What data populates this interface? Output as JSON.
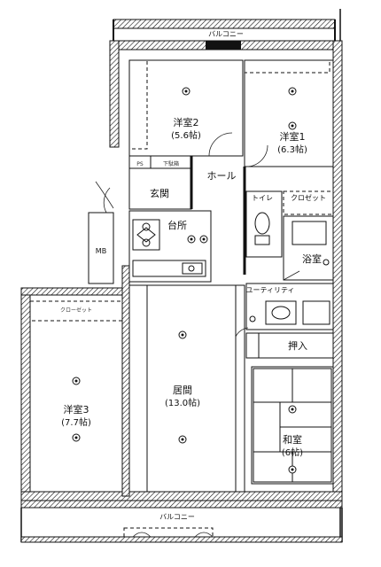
{
  "balcony_top": "バルコニー",
  "balcony_bottom": "バルコニー",
  "rooms": {
    "western2": {
      "name": "洋室2",
      "size": "(5.6帖)"
    },
    "western1": {
      "name": "洋室1",
      "size": "(6.3帖)"
    },
    "western3": {
      "name": "洋室3",
      "size": "(7.7帖)"
    },
    "living": {
      "name": "居間",
      "size": "(13.0帖)"
    },
    "japanese": {
      "name": "和室",
      "size": "(6帖)"
    },
    "kitchen": {
      "name": "台所"
    },
    "entrance": {
      "name": "玄関"
    },
    "hall": {
      "name": "ホール"
    },
    "toilet": {
      "name": "トイレ"
    },
    "closet": {
      "name": "クロゼット"
    },
    "bath": {
      "name": "浴室"
    },
    "utility": {
      "name": "ユーティリティ"
    },
    "oshiire": {
      "name": "押入"
    },
    "mb": {
      "name": "MB"
    },
    "shoes": {
      "name": "下駄箱"
    },
    "ps": {
      "name": "PS"
    },
    "closet_w3": {
      "name": "クローゼット"
    }
  }
}
